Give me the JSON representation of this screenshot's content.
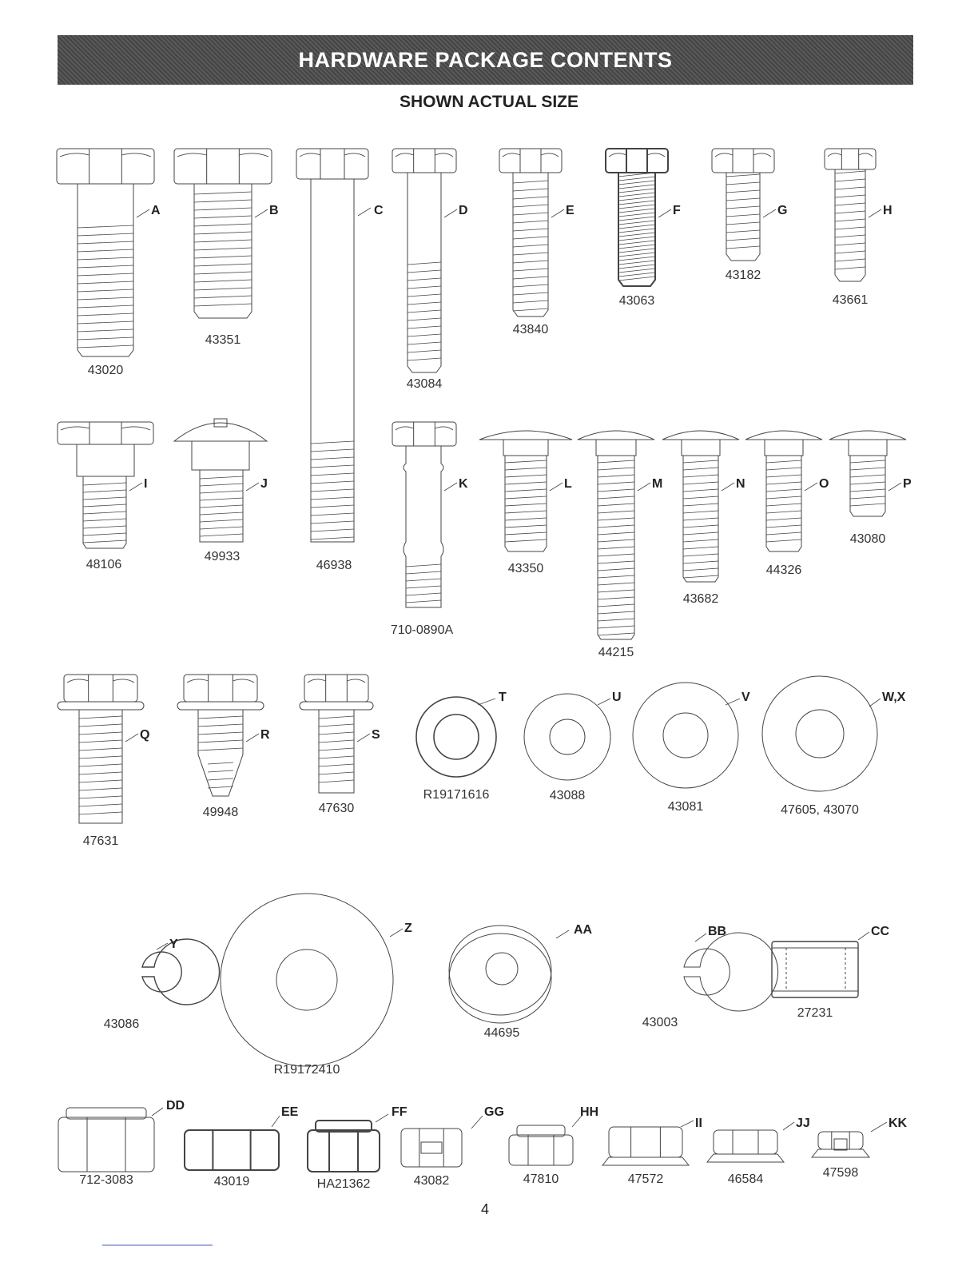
{
  "header": {
    "title": "HARDWARE PACKAGE CONTENTS",
    "subtitle": "SHOWN ACTUAL SIZE"
  },
  "footer": {
    "page_number": "4"
  },
  "parts": [
    {
      "letter": "A",
      "number": "43020"
    },
    {
      "letter": "B",
      "number": "43351"
    },
    {
      "letter": "C",
      "number": "46938"
    },
    {
      "letter": "D",
      "number": "43084"
    },
    {
      "letter": "E",
      "number": "43840"
    },
    {
      "letter": "F",
      "number": "43063"
    },
    {
      "letter": "G",
      "number": "43182"
    },
    {
      "letter": "H",
      "number": "43661"
    },
    {
      "letter": "I",
      "number": "48106"
    },
    {
      "letter": "J",
      "number": "49933"
    },
    {
      "letter": "K",
      "number": "710-0890A"
    },
    {
      "letter": "L",
      "number": "43350"
    },
    {
      "letter": "M",
      "number": "44215"
    },
    {
      "letter": "N",
      "number": "43682"
    },
    {
      "letter": "O",
      "number": "44326"
    },
    {
      "letter": "P",
      "number": "43080"
    },
    {
      "letter": "Q",
      "number": "47631"
    },
    {
      "letter": "R",
      "number": "49948"
    },
    {
      "letter": "S",
      "number": "47630"
    },
    {
      "letter": "T",
      "number": "R19171616"
    },
    {
      "letter": "U",
      "number": "43088"
    },
    {
      "letter": "V",
      "number": "43081"
    },
    {
      "letter": "W,X",
      "number": "47605, 43070"
    },
    {
      "letter": "Y",
      "number": "43086"
    },
    {
      "letter": "Z",
      "number": "R19172410"
    },
    {
      "letter": "AA",
      "number": "44695"
    },
    {
      "letter": "BB",
      "number": "43003"
    },
    {
      "letter": "CC",
      "number": "27231"
    },
    {
      "letter": "DD",
      "number": "712-3083"
    },
    {
      "letter": "EE",
      "number": "43019"
    },
    {
      "letter": "FF",
      "number": "HA21362"
    },
    {
      "letter": "GG",
      "number": "43082"
    },
    {
      "letter": "HH",
      "number": "47810"
    },
    {
      "letter": "II",
      "number": "47572"
    },
    {
      "letter": "JJ",
      "number": "46584"
    },
    {
      "letter": "KK",
      "number": "47598"
    }
  ]
}
